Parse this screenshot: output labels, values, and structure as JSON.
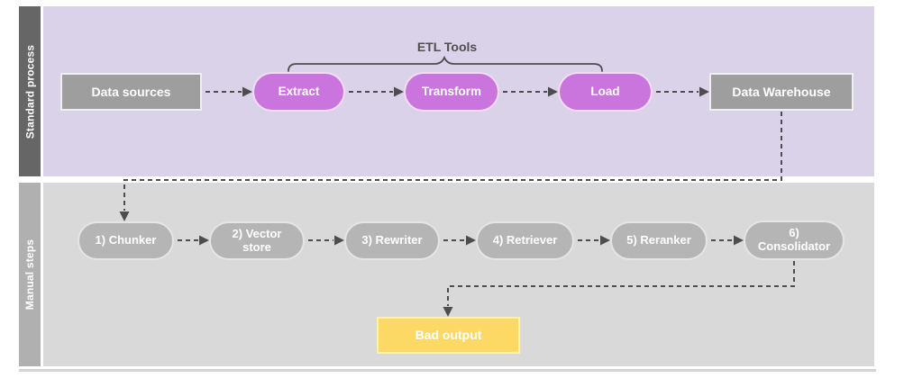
{
  "diagram": {
    "lanes": {
      "standard": {
        "label": "Standard process"
      },
      "manual": {
        "label": "Manual steps"
      }
    },
    "standard_nodes": {
      "data_sources": "Data sources",
      "extract": "Extract",
      "transform": "Transform",
      "load": "Load",
      "data_warehouse": "Data Warehouse"
    },
    "etl_brace_label": "ETL Tools",
    "manual_nodes": {
      "chunker": "1) Chunker",
      "vector_store": "2) Vector store",
      "rewriter": "3) Rewriter",
      "retriever": "4) Retriever",
      "reranker": "5) Reranker",
      "consolidator": "6) Consolidator"
    },
    "bad_output": "Bad output",
    "colors": {
      "standard_lane_bg": "#d9d2e9",
      "standard_lane_label_bg": "#666666",
      "manual_lane_bg": "#d9d9d9",
      "manual_lane_label_bg": "#b0b0b0",
      "etl_node_fill": "#ca75dd",
      "gray_box_fill": "#9e9e9e",
      "manual_node_fill": "#b5b5b5",
      "bad_output_fill": "#fcd965",
      "connector": "#4d4d4d"
    }
  }
}
